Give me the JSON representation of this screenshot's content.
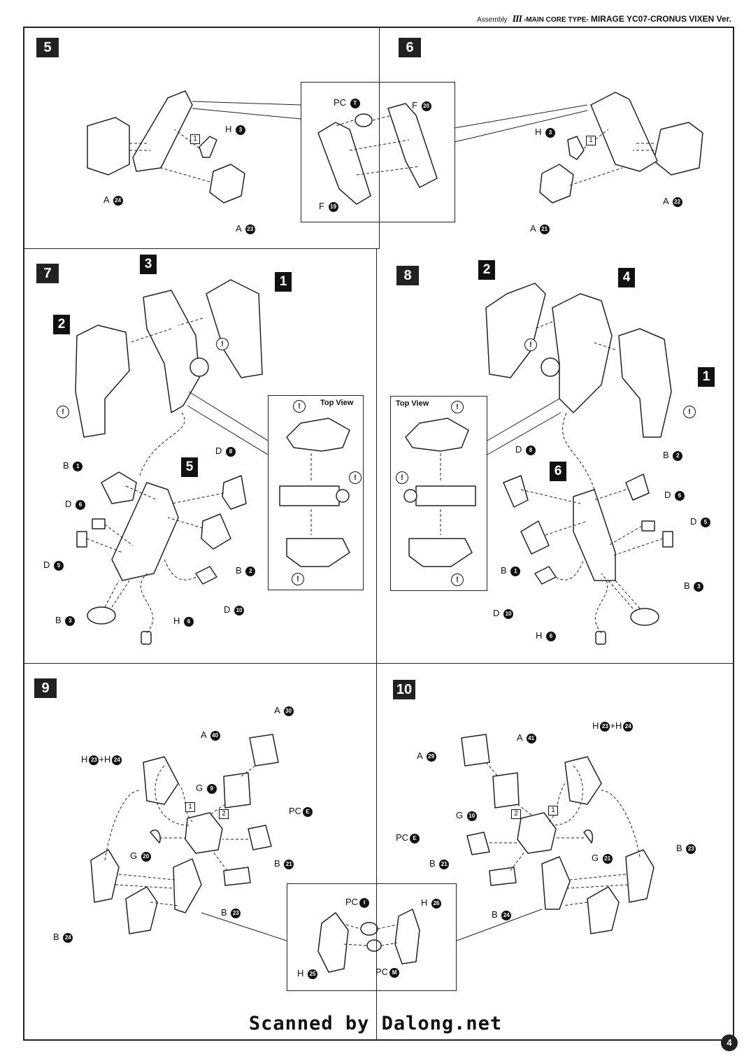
{
  "header": {
    "assembly": "Assembly",
    "roman": "III",
    "type": "-MAIN CORE TYPE-",
    "title": "MIRAGE YC07-CRONUS VIXEN Ver."
  },
  "steps": [
    {
      "number": "5",
      "labels": [
        "A",
        "A",
        "H"
      ],
      "codes": [
        "24",
        "23",
        "3"
      ],
      "order": [
        "1"
      ]
    },
    {
      "number": "6",
      "labels": [
        "H",
        "A",
        "A"
      ],
      "codes": [
        "3",
        "22",
        "21"
      ],
      "order": [
        "1"
      ]
    },
    {
      "number": "7",
      "refs": [
        "3",
        "1",
        "2",
        "5"
      ],
      "labels": [
        "B",
        "D",
        "D",
        "D",
        "B",
        "B",
        "D",
        "H"
      ],
      "codes": [
        "1",
        "8",
        "6",
        "5",
        "2",
        "3",
        "10",
        "6"
      ]
    },
    {
      "number": "8",
      "refs": [
        "2",
        "4",
        "1",
        "6"
      ],
      "labels": [
        "D",
        "B",
        "D",
        "D",
        "B",
        "B",
        "D",
        "H"
      ],
      "codes": [
        "8",
        "2",
        "6",
        "5",
        "1",
        "3",
        "10",
        "6"
      ]
    },
    {
      "number": "9",
      "labels": [
        "A",
        "A",
        "H",
        "H",
        "G",
        "PC",
        "G",
        "B",
        "B",
        "B"
      ],
      "codes": [
        "30",
        "40",
        "23",
        "24",
        "9",
        "E",
        "20",
        "21",
        "23",
        "24"
      ],
      "plus": "+",
      "order": [
        "1",
        "2"
      ]
    },
    {
      "number": "10",
      "labels": [
        "H",
        "H",
        "A",
        "A",
        "G",
        "PC",
        "B",
        "G",
        "B",
        "B"
      ],
      "codes": [
        "23",
        "24",
        "41",
        "29",
        "10",
        "E",
        "21",
        "21",
        "23",
        "24"
      ],
      "plus": "+",
      "order": [
        "2",
        "1"
      ]
    }
  ],
  "insets": {
    "step56": {
      "labels": [
        "PC",
        "F",
        "F"
      ],
      "codes": [
        "T",
        "20",
        "19"
      ]
    },
    "step7": {
      "caption": "Top View",
      "warn": "!"
    },
    "step8": {
      "caption": "Top View",
      "warn": "!"
    },
    "step910": {
      "labels": [
        "PC",
        "H",
        "H",
        "PC"
      ],
      "codes": [
        "I",
        "26",
        "25",
        "M"
      ]
    }
  },
  "warn": "!",
  "footer": "Scanned by Dalong.net",
  "page_number": "4"
}
